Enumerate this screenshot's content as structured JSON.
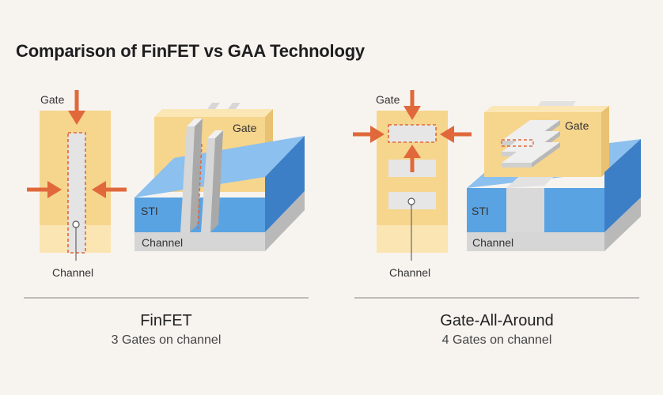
{
  "title": "Comparison of FinFET vs GAA Technology",
  "finfet": {
    "cross_gate_label": "Gate",
    "cross_channel_label": "Channel",
    "iso_gate_label": "Gate",
    "iso_sti_label": "STI",
    "iso_channel_label": "Channel",
    "name": "FinFET",
    "subtitle": "3 Gates on channel"
  },
  "gaa": {
    "cross_gate_label": "Gate",
    "cross_channel_label": "Channel",
    "iso_gate_label": "Gate",
    "iso_sti_label": "STI",
    "iso_channel_label": "Channel",
    "name": "Gate-All-Around",
    "subtitle": "4 Gates on channel"
  },
  "colors": {
    "gate": "#f6d58d",
    "gate_light": "#fae5b3",
    "arrow": "#e0683b",
    "sti": "#5aa3e3",
    "sti_dark": "#3c7fc6",
    "sti_light": "#8cc0ee",
    "channel": "#dcdcdc",
    "background": "#f7f4f0"
  }
}
